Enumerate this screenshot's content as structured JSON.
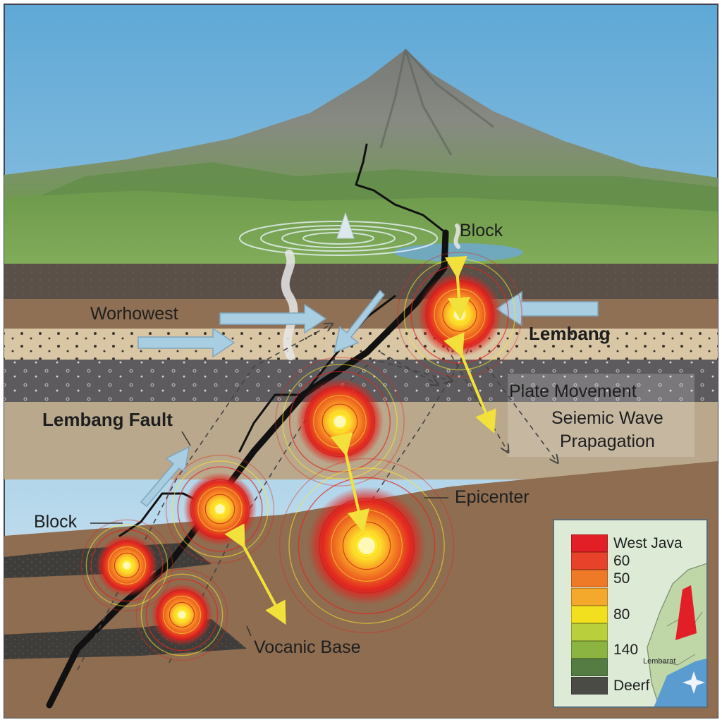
{
  "labels": {
    "block_top": "Block",
    "worhowest": "Worhowest",
    "lembang": "Lembang",
    "plate_movement": "Plate Movement",
    "seismic_line1": "Seiemic Wave",
    "seismic_line2": "Prapagation",
    "lembang_fault": "Lembang Fault",
    "epicenter": "Epicenter",
    "block_left": "Block",
    "volcanic_base": "Vocanic Base"
  },
  "legend": {
    "items": [
      {
        "label": "West Java",
        "color": "#e21f26"
      },
      {
        "label": "60",
        "color": "#e8432a"
      },
      {
        "label": "50",
        "color": "#ee7a27"
      },
      {
        "label": "",
        "color": "#f4a92c"
      },
      {
        "label": "80",
        "color": "#f2e01e"
      },
      {
        "label": "",
        "color": "#b9cf3c"
      },
      {
        "label": "140",
        "color": "#8bb440"
      },
      {
        "label": "",
        "color": "#557c43"
      },
      {
        "label": "Deerf",
        "color": "#4b4b46"
      }
    ],
    "map_label": "Lembarat"
  },
  "colors": {
    "sky_top": "#5fa8d6",
    "sky_bottom": "#dcecf4",
    "mountain": "#777a76",
    "grass": "#6f9a4f",
    "epicenter_core": "#ffe92a",
    "epicenter_ring": "#e1251f",
    "arrow_blue": "#a9cde1",
    "arrow_yellow": "#f1e13a"
  }
}
